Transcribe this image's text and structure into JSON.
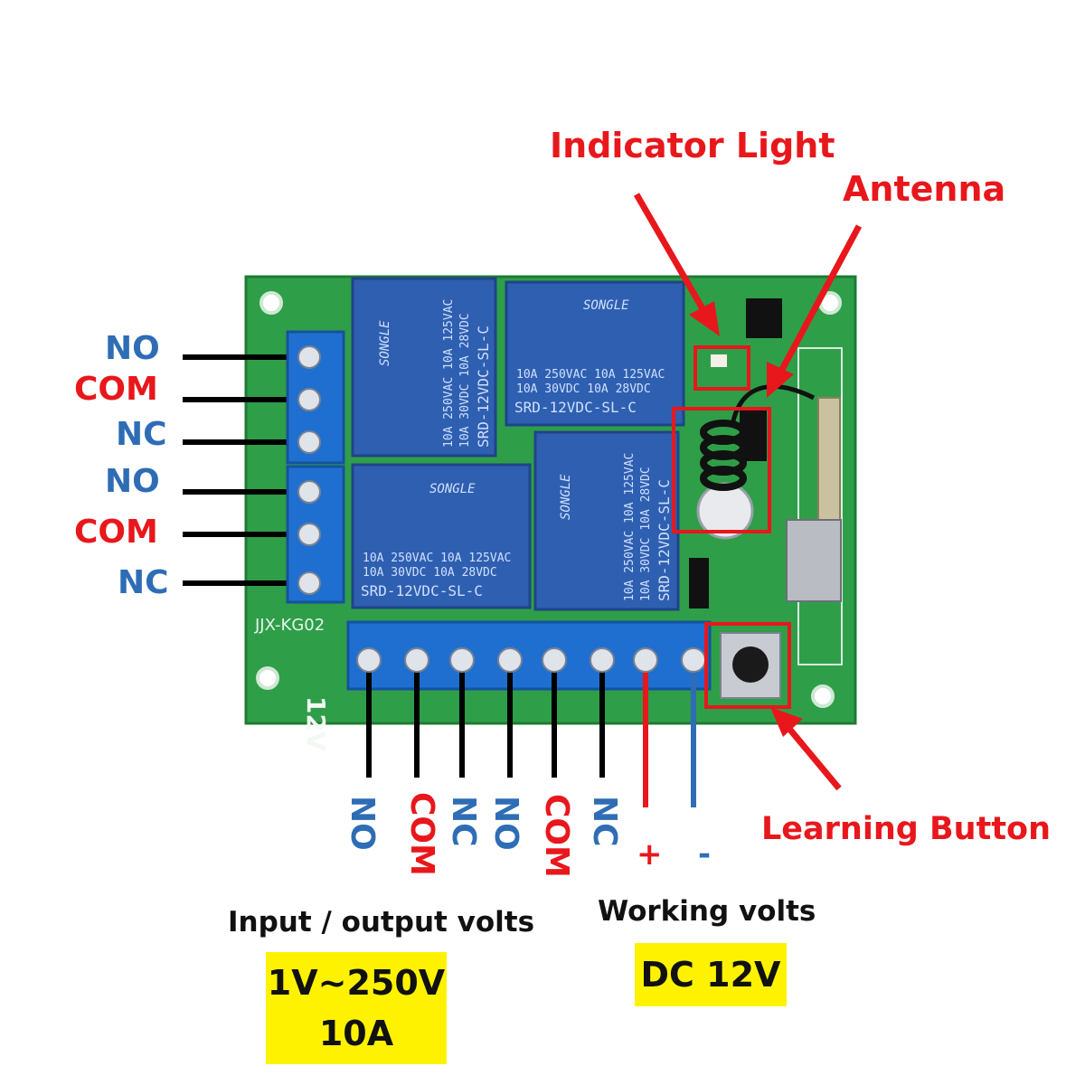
{
  "board": {
    "model": "JJX-KG02",
    "voltage_marking": "12V",
    "relays": [
      {
        "brand": "SONGLE",
        "rating_line1": "10A 250VAC  10A 125VAC",
        "rating_line2": "10A  30VDC  10A  28VDC",
        "model": "SRD-12VDC-SL-C"
      },
      {
        "brand": "SONGLE",
        "rating_line1": "10A 250VAC  10A 125VAC",
        "rating_line2": "10A  30VDC  10A  28VDC",
        "model": "SRD-12VDC-SL-C"
      },
      {
        "brand": "SONGLE",
        "rating_line1": "10A 250VAC  10A 125VAC",
        "rating_line2": "10A  30VDC  10A  28VDC",
        "model": "SRD-12VDC-SL-C"
      },
      {
        "brand": "SONGLE",
        "rating_line1": "10A 250VAC  10A 125VAC",
        "rating_line2": "10A  30VDC  10A  28VDC",
        "model": "SRD-12VDC-SL-C"
      }
    ]
  },
  "left_terminals": [
    "NO",
    "COM",
    "NC",
    "NO",
    "COM",
    "NC"
  ],
  "bottom_terminals": [
    "NO",
    "COM",
    "NC",
    "NO",
    "COM",
    "NC"
  ],
  "power_terminals": {
    "plus": "+",
    "minus": "-"
  },
  "callouts": {
    "indicator_light": "Indicator Light",
    "antenna": "Antenna",
    "learning_button": "Learning Button"
  },
  "specs": {
    "io_caption": "Input / output  volts",
    "io_value_line1": "1V~250V",
    "io_value_line2": "10A",
    "work_caption": "Working volts",
    "work_value": "DC 12V"
  },
  "colors": {
    "label_blue": "#2e6db5",
    "label_red": "#e8171c",
    "pcb_green": "#2f9e48",
    "relay_blue": "#2f5fb0",
    "terminal_blue": "#1f6fd1",
    "highlight_yellow": "#fff200"
  }
}
